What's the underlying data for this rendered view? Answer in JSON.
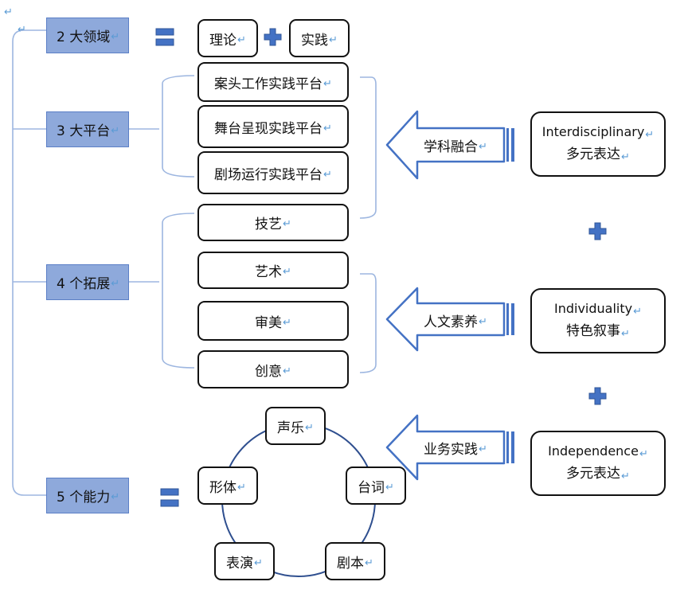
{
  "marks": {
    "return": "↵"
  },
  "categories": [
    {
      "id": "domains",
      "label": "2 大领域"
    },
    {
      "id": "platforms",
      "label": "3 大平台"
    },
    {
      "id": "extensions",
      "label": "4 个拓展"
    },
    {
      "id": "abilities",
      "label": "5 个能力"
    }
  ],
  "domains": {
    "items": [
      "理论",
      "实践"
    ]
  },
  "platforms": {
    "items": [
      "案头工作实践平台",
      "舞台呈现实践平台",
      "剧场运行实践平台"
    ]
  },
  "extensions": {
    "items": [
      "技艺",
      "艺术",
      "审美",
      "创意"
    ]
  },
  "abilities": {
    "items": [
      "声乐",
      "台词",
      "剧本",
      "表演",
      "形体"
    ]
  },
  "arrows": [
    {
      "label": "学科融合"
    },
    {
      "label": "人文素养"
    },
    {
      "label": "业务实践"
    }
  ],
  "right_boxes": [
    {
      "en": "Interdisciplinary",
      "zh": "多元表达"
    },
    {
      "en": "Individuality",
      "zh": "特色叙事"
    },
    {
      "en": "Independence",
      "zh": "多元表达"
    }
  ],
  "colors": {
    "category_fill": "#8ea9db",
    "accent_blue": "#4472c4",
    "bracket": "#9db6e0",
    "circle": "#2f4f8f"
  },
  "icons": {
    "plus": "plus-icon",
    "equals": "equals-icon"
  }
}
